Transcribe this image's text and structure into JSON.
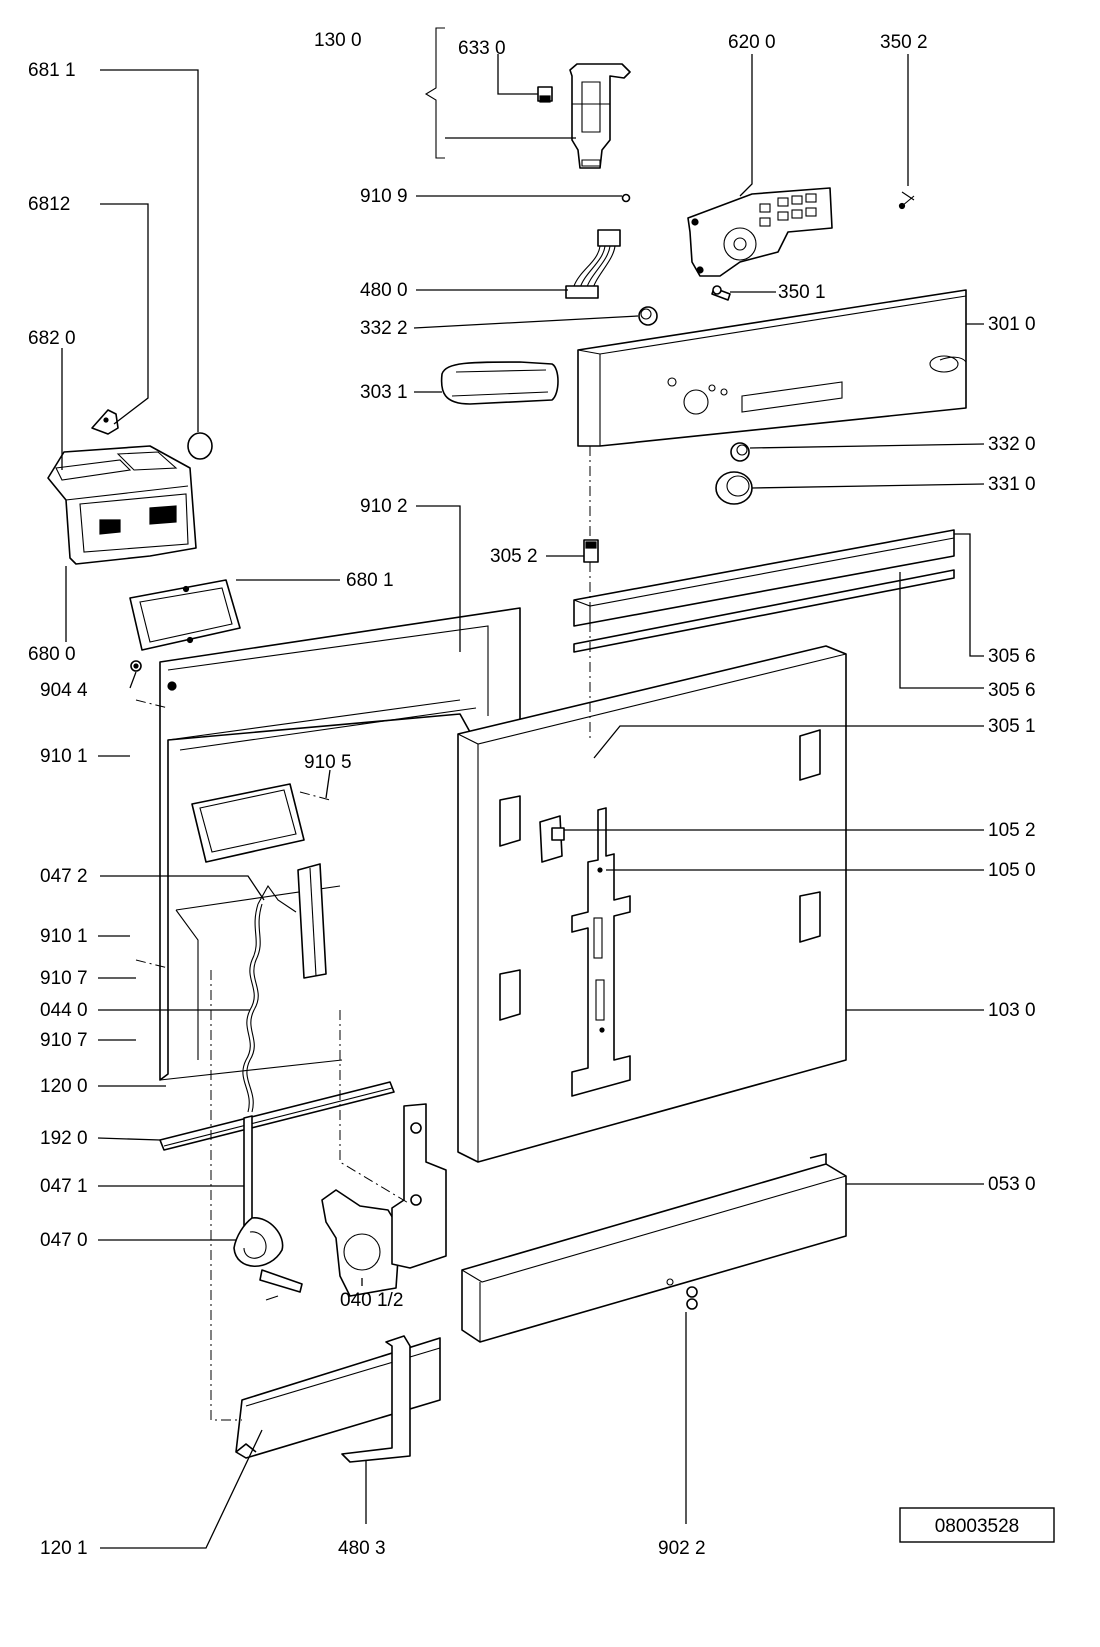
{
  "labels": {
    "l_6811": "681 1",
    "l_6812": "6812",
    "l_6820": "682 0",
    "l_6800": "680 0",
    "l_6801": "680 1",
    "l_1300": "130 0",
    "l_6330": "633 0",
    "l_6200": "620 0",
    "l_3502": "350 2",
    "l_9109": "910 9",
    "l_4800": "480 0",
    "l_3501": "350 1",
    "l_3322": "332 2",
    "l_3010": "301 0",
    "l_3031": "303 1",
    "l_3320": "332 0",
    "l_3310": "331 0",
    "l_9102": "910 2",
    "l_3052": "305 2",
    "l_3056a": "305 6",
    "l_3056b": "305 6",
    "l_9044": "904 4",
    "l_3051": "305 1",
    "l_9101a": "910 1",
    "l_9105": "910 5",
    "l_1052": "105 2",
    "l_1050": "105 0",
    "l_0472": "047 2",
    "l_9101b": "910 1",
    "l_9107a": "910 7",
    "l_0440": "044 0",
    "l_1030": "103 0",
    "l_9107b": "910 7",
    "l_1200": "120 0",
    "l_1920": "192 0",
    "l_0530": "053 0",
    "l_0471": "047 1",
    "l_0470": "047 0",
    "l_0401": "040 1/2",
    "l_1201": "120 1",
    "l_4803": "480 3",
    "l_9022": "902 2"
  },
  "diagram_number": "08003528"
}
